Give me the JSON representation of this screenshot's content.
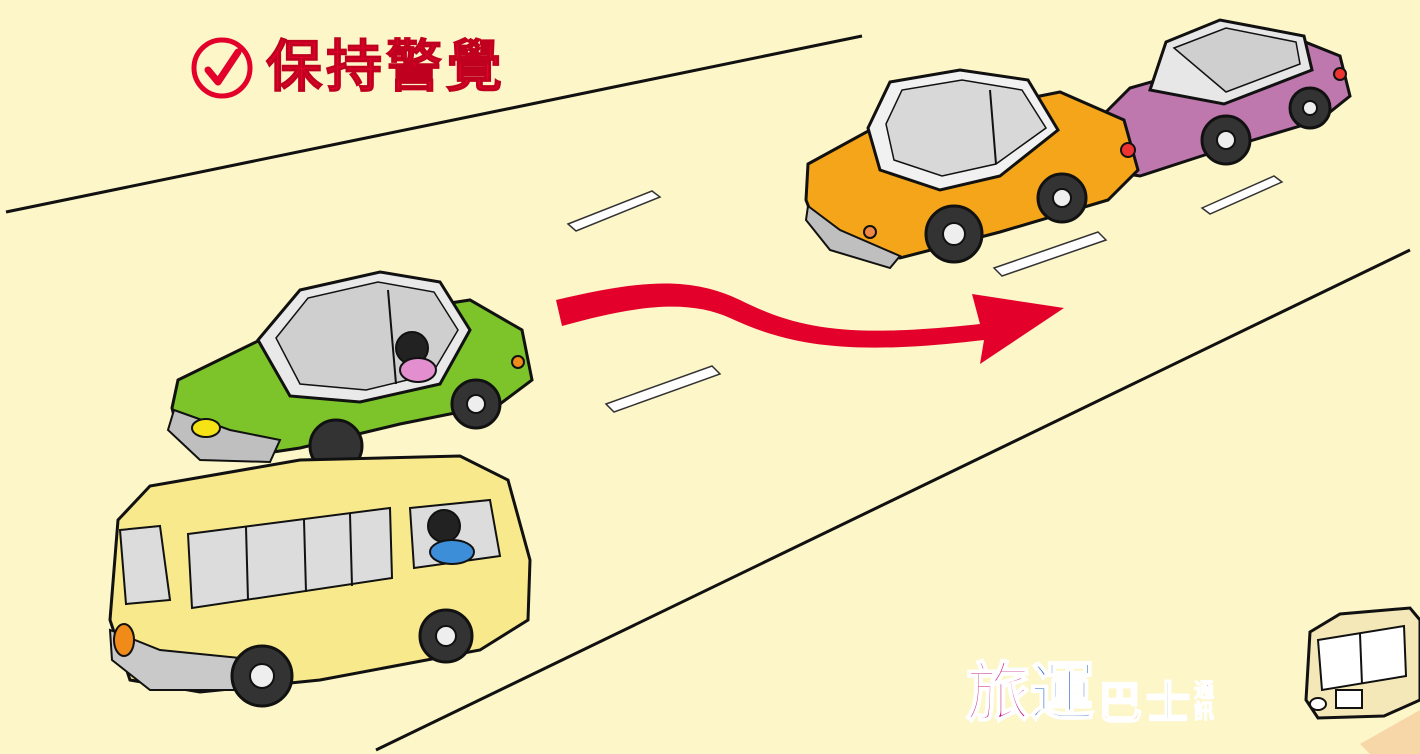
{
  "title": {
    "text": "保持警覺",
    "check_icon": "check-circle-icon",
    "color": "#e3002b"
  },
  "logo": {
    "chars": [
      "旅",
      "運",
      "巴",
      "士"
    ],
    "sub": [
      "通",
      "訊"
    ],
    "colors": [
      "#c2187e",
      "#1f5fbf",
      "#f08a18",
      "#47a83a",
      "#d43434"
    ]
  },
  "scene": {
    "background": "#fdf6c8",
    "arrow_color": "#e3002b",
    "vehicles": [
      {
        "name": "green-car",
        "color": "#7cc42a"
      },
      {
        "name": "yellow-minibus",
        "color": "#f7e98c"
      },
      {
        "name": "orange-car",
        "color": "#f4a51a"
      },
      {
        "name": "purple-car",
        "color": "#bf78ad"
      },
      {
        "name": "logo-bus",
        "color": "#f4e8b8"
      }
    ]
  }
}
